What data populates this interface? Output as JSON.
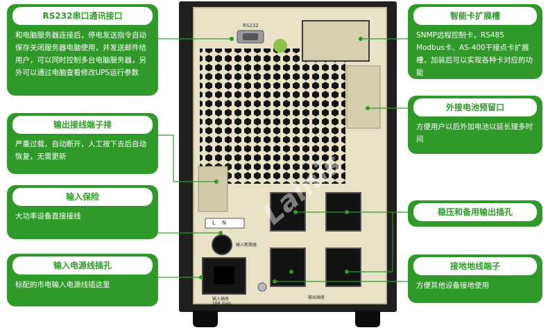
{
  "callouts": {
    "rs232": {
      "title": "RS232串口通讯接口",
      "desc": "和电脑服务器连接后，停电发送指令自动保存关闭服务器电脑使用，并发送邮件给用户，可以同时控制多台电脑服务器，另外可以通过电脑查看修改UPS运行参数"
    },
    "output_terminal": {
      "title": "输出接线端子排",
      "desc": "严重过载，自动断开，人工按下去后自动恢复，无需更新"
    },
    "input_fuse": {
      "title": "输入保险",
      "desc": "大功率设备直接接线"
    },
    "input_socket": {
      "title": "输入电源线插孔",
      "desc": "标配的市电输入电源线插这里"
    },
    "smart_slot": {
      "title": "智能卡扩展槽",
      "desc": "SNMP远程控制卡，RS485 Modbus卡、AS-400干接点卡扩展槽，加装后可以实现各种卡对应的功能"
    },
    "battery_port": {
      "title": "外接电池预留口",
      "desc": "方便用户以后外加电池以延长理多时间"
    },
    "outlets": {
      "title": "稳压和备用输出插孔"
    },
    "ground": {
      "title": "接地地线端子",
      "desc": "方便其他设备接地使用"
    }
  },
  "device": {
    "rs232_label": "RS232",
    "breaker_label": "输入断路器",
    "input_label": "输入插座",
    "input_rating": "16A max.",
    "output_label": "输出插座",
    "terminal_l": "L",
    "terminal_n": "N",
    "watermark": "Lainis",
    "colors": {
      "accent": "#2f9a2a",
      "panel": "#e8e2c7",
      "chassis": "#1f1f1f"
    }
  }
}
